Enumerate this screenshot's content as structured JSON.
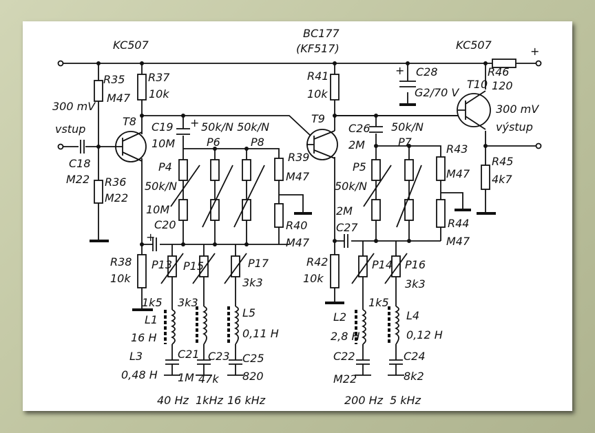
{
  "labels": {
    "kc507_left": "KC507",
    "kc507_right": "KC507",
    "bc177": "BC177",
    "kf517": "(KF517)",
    "plus": "+",
    "v_in": "300 mV",
    "in_label": "vstup",
    "v_out": "300 mV",
    "out_label": "výstup",
    "r35": "R35",
    "r35v": "M47",
    "r36": "R36",
    "r36v": "M22",
    "r37": "R37",
    "r37v": "10k",
    "r38": "R38",
    "r38v": "10k",
    "r39": "R39",
    "r39v": "M47",
    "r40": "R40",
    "r40v": "M47",
    "r41": "R41",
    "r41v": "10k",
    "r42": "R42",
    "r42v": "10k",
    "r43": "R43",
    "r43v": "M47",
    "r44": "R44",
    "r44v": "M47",
    "r45": "R45",
    "r45v": "4k7",
    "r46": "R46",
    "r46v": "120",
    "c18": "C18",
    "c18v": "M22",
    "c19": "C19",
    "c19v": "10M",
    "c20": "C20",
    "c20v": "10M",
    "c21": "C21",
    "c21v": "1M",
    "c22": "C22",
    "c22v": "M22",
    "c23": "C23",
    "c23v": "47k",
    "c24": "C24",
    "c24v": "8k2",
    "c25": "C25",
    "c25v": "820",
    "c26": "C26",
    "c26v": "2M",
    "c27": "C27",
    "c27v": "2M",
    "c28": "C28",
    "c28v": "G2/70 V",
    "t8": "T8",
    "t9": "T9",
    "t10": "T10",
    "p4": "P4",
    "p4v": "50k/N",
    "p5": "P5",
    "p5v": "50k/N",
    "p6": "P6",
    "p7": "P7",
    "p8": "P8",
    "p6v_top": "50k/N 50k/N",
    "p7v_top": "50k/N",
    "p13": "P13",
    "p13v": "1k5",
    "p14": "P14",
    "p14v": "1k5",
    "p15": "P15",
    "p15v": "3k3",
    "p16": "P16",
    "p16v": "3k3",
    "p17": "P17",
    "p17v": "3k3",
    "l1": "L1",
    "l1v": "16 H",
    "l2": "L2",
    "l2v": "2,8 H",
    "l3": "L3",
    "l3v": "0,48 H",
    "l4": "L4",
    "l4v": "0,12 H",
    "l5": "L5",
    "l5v": "0,11 H",
    "f1": "40 Hz",
    "f2": "1kHz",
    "f3": "16 kHz",
    "f4": "200 Hz",
    "f5": "5 kHz"
  }
}
